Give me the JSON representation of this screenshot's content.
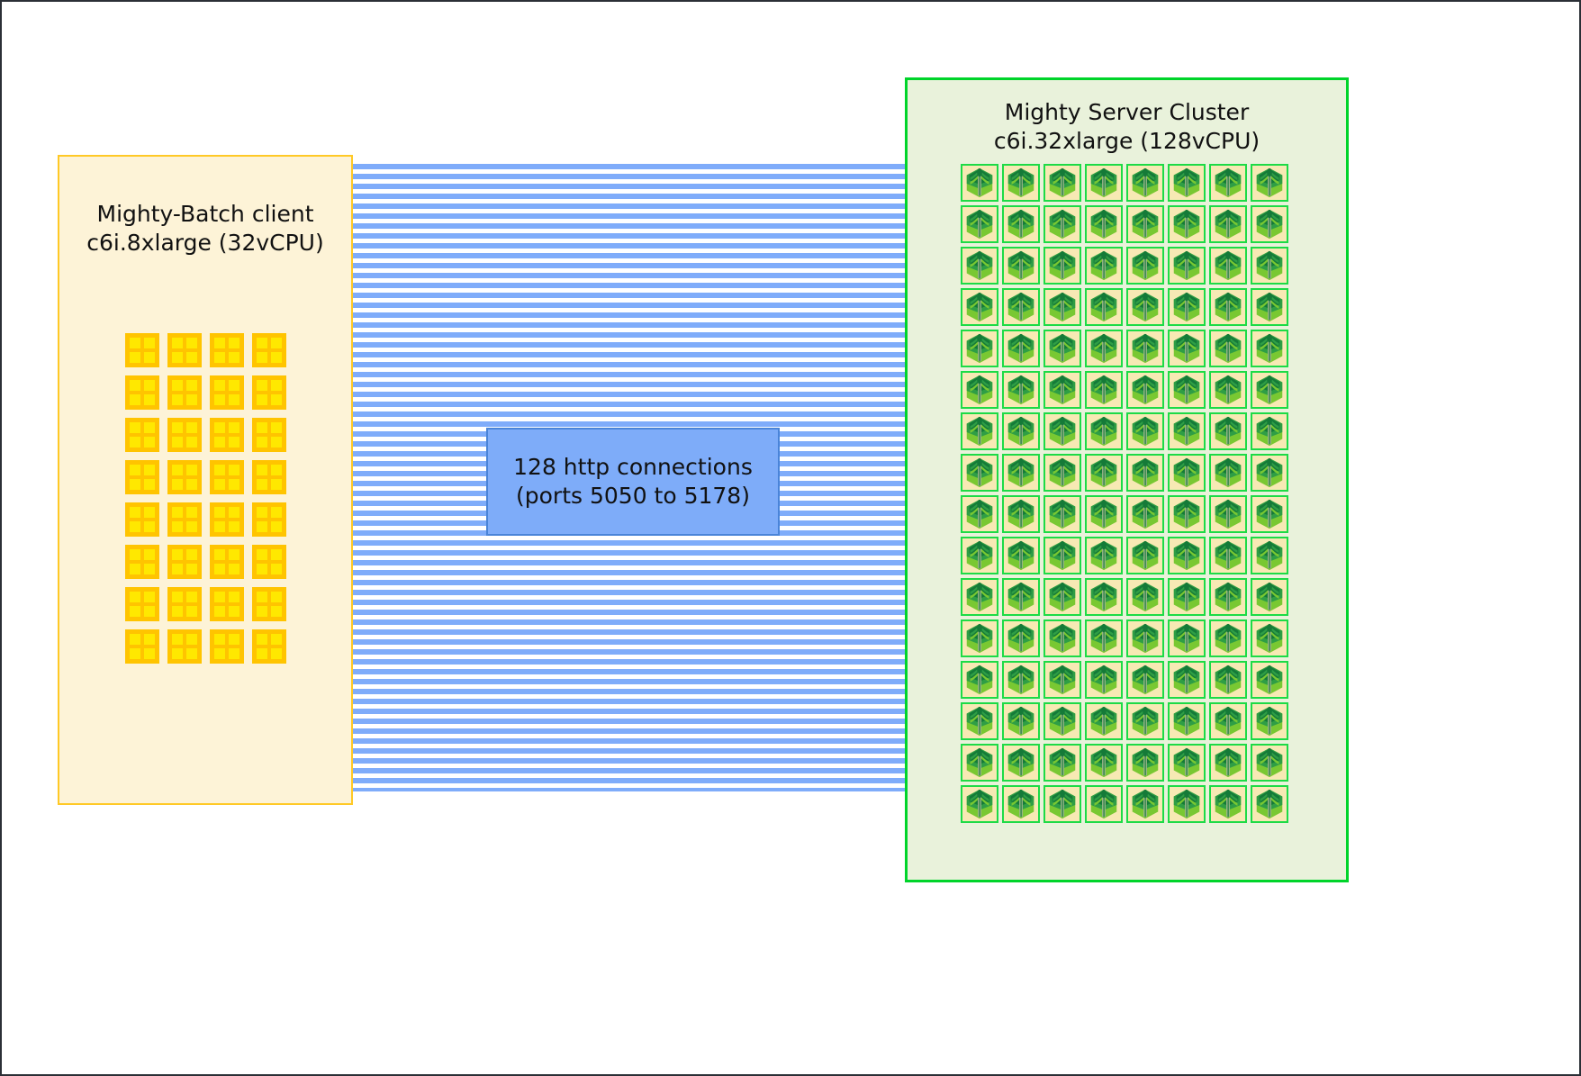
{
  "diagram": {
    "title": "Mighty-Batch client to Mighty Server Cluster architecture",
    "background": "#ffffff",
    "frame_color": "#2b2f36"
  },
  "client_panel": {
    "title": "Mighty-Batch client\nc6i.8xlarge (32vCPU)",
    "name_line": "Mighty-Batch client",
    "instance_line": "c6i.8xlarge (32vCPU)",
    "instance_type": "c6i.8xlarge",
    "vcpu_count": 32,
    "fill_color": "#fdf3d7",
    "border_color": "#ffc926",
    "icon": {
      "semantic": "cpu-icon",
      "frame_color": "#ffc400",
      "cell_color": "#ffe800",
      "cells_per_icon": 4
    },
    "grid": {
      "rows": 8,
      "columns": 4,
      "total": 32
    }
  },
  "connection": {
    "label": "128 http connections\n(ports 5050 to 5178)",
    "line_one": "128 http connections",
    "line_two": "(ports 5050 to 5178)",
    "connection_count": 128,
    "port_start": 5050,
    "port_end": 5178,
    "protocol": "http",
    "box_fill": "#7eacf9",
    "box_border": "#4a84d8",
    "stripe_color": "#7facfa",
    "stripe_gap_color": "#ffffff"
  },
  "server_panel": {
    "title": "Mighty Server Cluster\nc6i.32xlarge (128vCPU)",
    "name_line": "Mighty Server Cluster",
    "instance_line": "c6i.32xlarge (128vCPU)",
    "instance_type": "c6i.32xlarge",
    "vcpu_count": 128,
    "fill_color": "#e9f2db",
    "border_color": "#00d42a",
    "icon": {
      "semantic": "tree-server-icon",
      "tile_color": "#f7e9b4",
      "tile_border": "#1ddb46",
      "foliage_dark": "#157a38",
      "foliage_mid": "#2f9e45",
      "foliage_light": "#79c832",
      "trunk_color": "#9db58c"
    },
    "grid": {
      "rows": 16,
      "columns": 8,
      "total": 128
    }
  }
}
